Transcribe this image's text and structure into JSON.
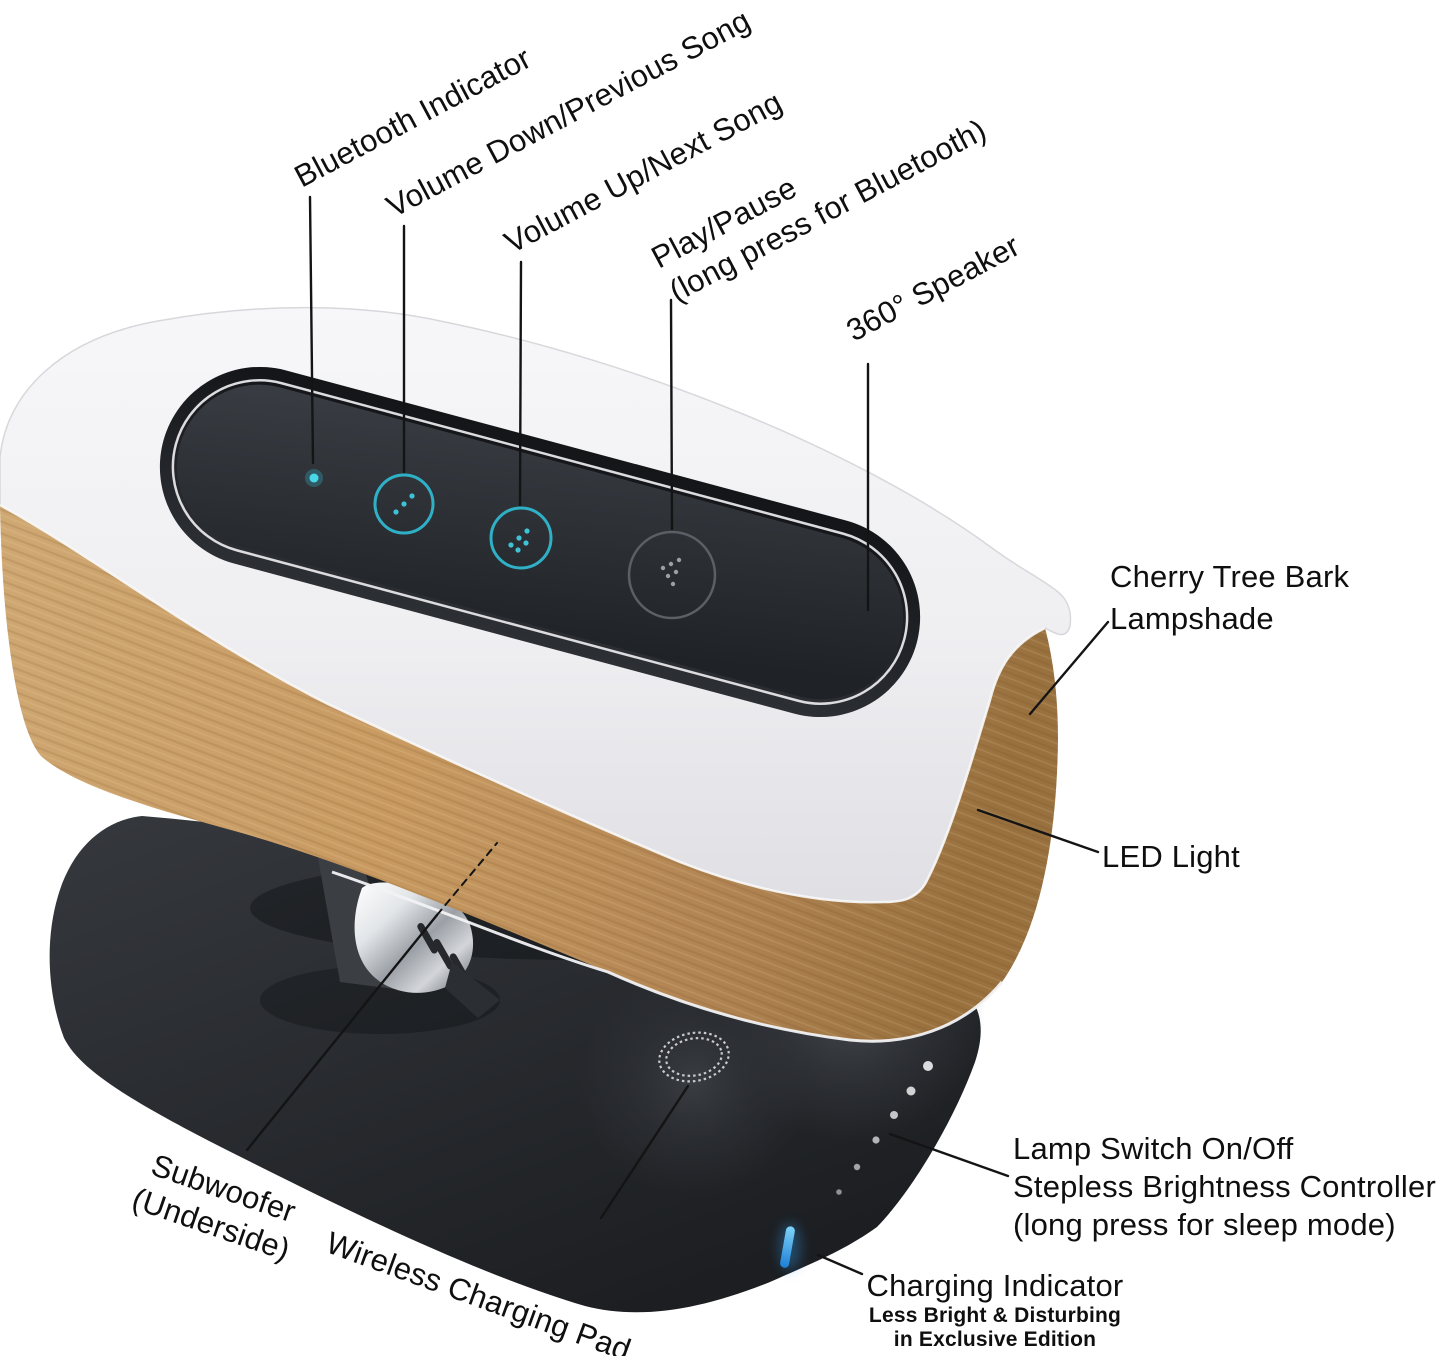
{
  "figure": {
    "kind": "annotated-product-diagram",
    "background": "#ffffff",
    "device": "bedside lamp with bluetooth speaker and wireless charger"
  },
  "colors": {
    "accent_cyan": "#35b6cc",
    "wood": "#c59a62",
    "white_body": "#f2f2f4",
    "panel_dark": "#24272b",
    "base_dark": "#26292e",
    "charging_led_blue": "#2f9ae8",
    "callout_line": "#141414"
  },
  "icons": [
    "bluetooth-indicator-dot",
    "volume-down-dots-icon",
    "volume-up-dots-icon",
    "play-pause-dots-icon",
    "wireless-pad-dashed-ring",
    "brightness-level-dots",
    "charging-indicator-led"
  ],
  "callouts": {
    "bluetooth": {
      "label": "Bluetooth Indicator"
    },
    "volume_down": {
      "label": "Volume Down/Previous Song"
    },
    "volume_up": {
      "label": "Volume Up/Next Song"
    },
    "play_pause": {
      "line1": "Play/Pause",
      "line2": "(long press for Bluetooth)"
    },
    "speaker": {
      "label": "360° Speaker"
    },
    "lampshade": {
      "line1": "Cherry Tree Bark",
      "line2": "Lampshade"
    },
    "led": {
      "label": "LED Light"
    },
    "lamp_switch": {
      "line1": "Lamp Switch On/Off",
      "line2": "Stepless Brightness Controller",
      "line3": "(long press for sleep mode)"
    },
    "charging": {
      "title": "Charging Indicator",
      "sub1": "Less Bright & Disturbing",
      "sub2": "in Exclusive Edition"
    },
    "subwoofer": {
      "line1": "Subwoofer",
      "line2": "(Underside)"
    },
    "wireless_pad": {
      "label": "Wireless Charging Pad"
    }
  }
}
